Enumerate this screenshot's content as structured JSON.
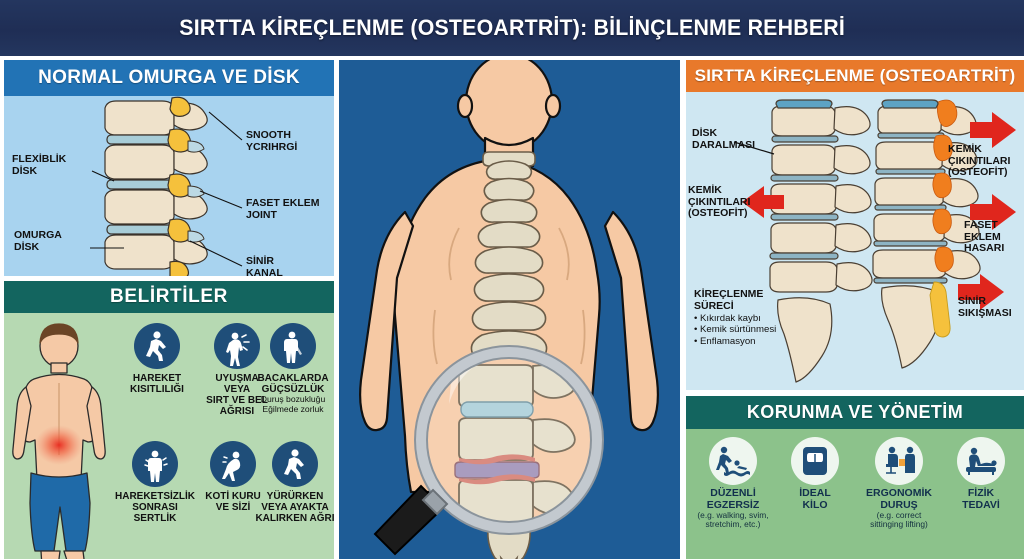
{
  "header": {
    "title": "SIRTTA KİREÇLENME (OSTEOARTRİT): BİLİNÇLENME REHBERİ",
    "bg_color": "#24365f"
  },
  "panels": {
    "normal_spine": {
      "title": "NORMAL OMURGA VE DİSK",
      "header_color": "#2273b5",
      "body_color": "#a8d3ef",
      "labels": [
        {
          "id": "flexible-disk",
          "text": "FLEXİBLİK\nDİSK"
        },
        {
          "id": "omurga-disk",
          "text": "OMURGA\nDİSK"
        },
        {
          "id": "smooth-cartilage",
          "text": "SNOOTH\nYCRIHRGİ"
        },
        {
          "id": "facet-joint",
          "text": "FASET EKLEM\nJOINT"
        },
        {
          "id": "nerve-canal",
          "text": "SİNİR\nKANAL"
        }
      ]
    },
    "symptoms": {
      "title": "BELİRTİLER",
      "header_color": "#13655f",
      "body_color": "#b6d9b2",
      "items": [
        {
          "icon": "walking-person-icon",
          "label": "HAREKET\nKISITLILIĞI",
          "sub": ""
        },
        {
          "icon": "back-pain-person-icon",
          "label": "UYUŞMA\nVEYA\nSIRT VE BEL\nAĞRISI",
          "sub": ""
        },
        {
          "icon": "leg-weakness-person-icon",
          "label": "BACAKLARDA\nGÜÇSÜZLÜK",
          "sub": "Duruş bozukluğu\nEğilmede zorluk"
        },
        {
          "icon": "stiff-person-icon",
          "label": "HAREKETSİZLİK\nSONRASI\nSERTLİK",
          "sub": ""
        },
        {
          "icon": "hunched-person-icon",
          "label": "KOTİ KURU\nVE SİZİ",
          "sub": ""
        },
        {
          "icon": "walking-pain-person-icon",
          "label": "YÜRÜRKEN\nVEYA AYAKTA\nKALIRKEN AĞRI",
          "sub": ""
        }
      ]
    },
    "center": {
      "name": "human-back-with-magnifier",
      "bg_color": "#1e5c96"
    },
    "osteoarthritis": {
      "title": "SIRTTA KİREÇLENME (OSTEOARTRİT)",
      "header_color": "#e8792b",
      "body_color": "#cfe7f2",
      "labels": [
        {
          "id": "disc-narrowing",
          "text": "DİSK\nDARALMASI"
        },
        {
          "id": "bone-spurs-left",
          "text": "KEMİK\nÇIKINTILARI\n(OSTEOFİT)"
        },
        {
          "id": "bone-spurs-right",
          "text": "KEMİK\nÇIKINTILARI\n(OSTEOFİT)"
        },
        {
          "id": "facet-damage",
          "text": "FASET\nEKLEM\nHASARI"
        },
        {
          "id": "nerve-compression",
          "text": "SİNİR\nSIKIŞMASI"
        }
      ],
      "process": {
        "title": "KİREÇLENME\nSÜRECİ",
        "items": [
          "Kıkırdak kaybı",
          "Kemik sürtünmesi",
          "Enflamasyon"
        ]
      },
      "arrow_color": "#e0261d"
    },
    "prevention": {
      "title": "KORUNMA VE YÖNETİM",
      "header_color": "#13655f",
      "body_color": "#8cc28b",
      "items": [
        {
          "icon": "exercise-swim-icon",
          "label": "DÜZENLİ\nEGZERSİZ",
          "sub": "(e.g. walking, svim,\nstretchim, etc.)"
        },
        {
          "icon": "weight-scale-icon",
          "label": "İDEAL\nKİLO",
          "sub": ""
        },
        {
          "icon": "ergonomic-desk-icon",
          "label": "ERGONOMİK\nDURUŞ",
          "sub": "(e.g. correct\nsittinging lifting)"
        },
        {
          "icon": "physical-therapy-icon",
          "label": "FİZİK\nTEDAVİ",
          "sub": ""
        }
      ]
    }
  }
}
